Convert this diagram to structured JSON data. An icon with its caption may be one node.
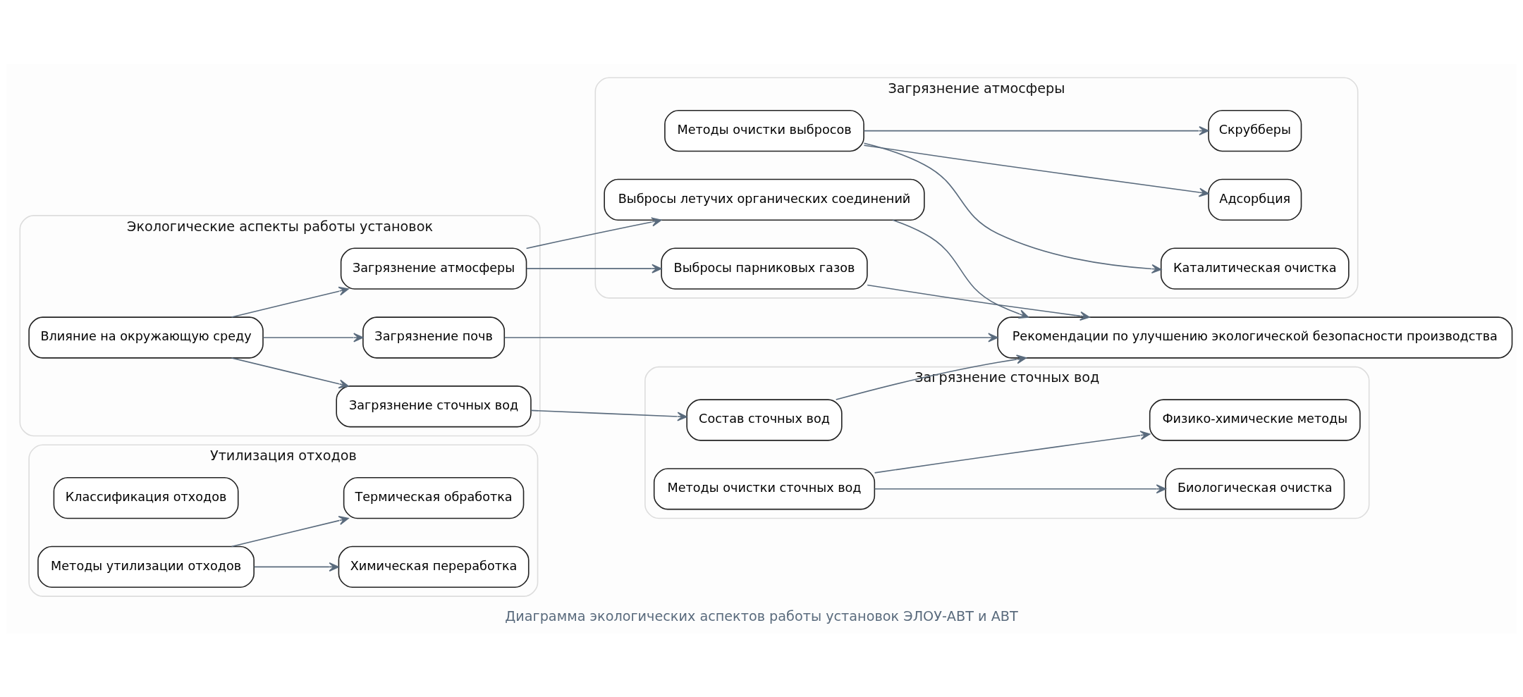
{
  "diagram": {
    "caption": "Диаграмма экологических аспектов работы установок ЭЛОУ-АВТ и АВТ",
    "nodes": [
      {
        "text": [
          "Утилизация отходов"
        ]
      },
      {
        "text": [
          "Классификация отходов"
        ],
        "in": 0
      },
      {
        "text": [
          "Химическая переработка"
        ],
        "in": 0
      },
      {
        "text": [
          "Методы утилизации отходов"
        ],
        "in": 0
      },
      {
        "text": [
          "Термическая обработка"
        ],
        "in": 0
      },
      {
        "text": [
          "Экологические аспекты работы установок"
        ]
      },
      {
        "text": [
          "Загрязнение атмосферы"
        ],
        "in": 5
      },
      {
        "text": [
          "Влияние на окружающую среду"
        ],
        "in": 5
      },
      {
        "text": [
          "Загрязнение почв"
        ],
        "in": 5
      },
      {
        "text": [
          "Загрязнение сточных вод"
        ],
        "in": 5
      },
      {
        "text": [
          "Загрязнение атмосферы"
        ]
      },
      {
        "text": [
          "Методы очистки выбросов"
        ],
        "in": 10
      },
      {
        "text": [
          "Каталитическая очистка"
        ],
        "in": 10
      },
      {
        "text": [
          "Выбросы летучих органических соединений"
        ],
        "in": 10
      },
      {
        "text": [
          "Адсорбция"
        ],
        "in": 10
      },
      {
        "text": [
          "Выбросы парниковых газов"
        ],
        "in": 10
      },
      {
        "text": [
          "Скрубберы"
        ],
        "in": 10
      },
      {
        "text": [
          "Рекомендации по улучшению экологической безопасности производства"
        ]
      },
      {
        "text": [
          "Загрязнение сточных вод"
        ]
      },
      {
        "text": [
          "Состав сточных вод"
        ],
        "in": 18
      },
      {
        "text": [
          "Биологическая очистка"
        ],
        "in": 18
      },
      {
        "text": [
          "Методы очистки сточных вод"
        ],
        "in": 18
      },
      {
        "text": [
          "Физико-химические методы"
        ],
        "in": 18
      }
    ],
    "edges": [
      {
        "from": 3,
        "to": 2,
        "arrow": "to"
      },
      {
        "from": 3,
        "to": 4,
        "arrow": "to"
      },
      {
        "from": 7,
        "to": 6,
        "arrow": "to"
      },
      {
        "from": 7,
        "to": 8,
        "arrow": "to"
      },
      {
        "from": 7,
        "to": 9,
        "arrow": "to"
      },
      {
        "from": 6,
        "to": 13,
        "arrow": "to"
      },
      {
        "from": 6,
        "to": 15,
        "arrow": "to"
      },
      {
        "from": 8,
        "to": 17,
        "arrow": "to"
      },
      {
        "from": 9,
        "to": 19,
        "arrow": "to"
      },
      {
        "from": 11,
        "to": 12,
        "arrow": "to"
      },
      {
        "from": 11,
        "to": 14,
        "arrow": "to"
      },
      {
        "from": 11,
        "to": 16,
        "arrow": "to"
      },
      {
        "from": 13,
        "to": 17,
        "arrow": "to"
      },
      {
        "from": 15,
        "to": 17,
        "arrow": "to"
      },
      {
        "from": 19,
        "to": 17,
        "arrow": "to"
      },
      {
        "from": 21,
        "to": 20,
        "arrow": "to"
      },
      {
        "from": 21,
        "to": 22,
        "arrow": "to"
      }
    ]
  }
}
